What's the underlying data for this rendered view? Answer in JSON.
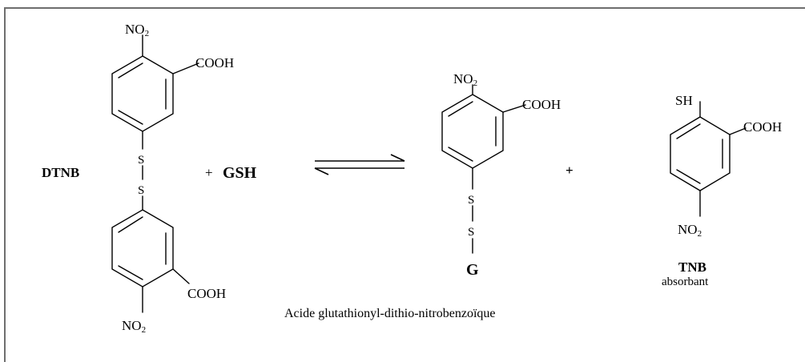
{
  "reactants": {
    "dtnb_label": "DTNB",
    "plus_1": "+",
    "gsh_label": "GSH",
    "top_ring": {
      "nitro_main": "NO",
      "nitro_sub": "2",
      "acid": "COOH"
    },
    "disulfide": {
      "s1": "S",
      "s2": "S"
    },
    "bottom_ring": {
      "nitro_main": "NO",
      "nitro_sub": "2",
      "acid": "COOH"
    }
  },
  "products": {
    "mixed_disulfide": {
      "nitro_main": "NO",
      "nitro_sub": "2",
      "acid": "COOH",
      "s1": "S",
      "s2": "S",
      "g_label": "G",
      "name": "Acide glutathionyl-dithio-nitrobenzoïque"
    },
    "plus_2": "+",
    "tnb": {
      "thiol": "SH",
      "acid": "COOH",
      "nitro_main": "NO",
      "nitro_sub": "2",
      "label": "TNB",
      "sublabel": "absorbant"
    }
  },
  "reaction_arrow": "equilibrium"
}
